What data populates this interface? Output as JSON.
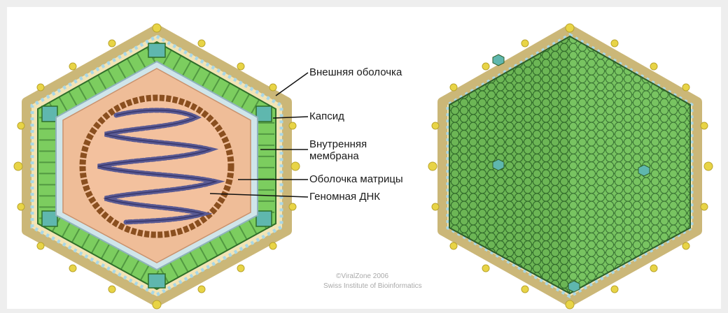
{
  "labels": {
    "outer_envelope": "Внешняя оболочка",
    "capsid": "Капсид",
    "inner_membrane_1": "Внутренняя",
    "inner_membrane_2": "мембрана",
    "matrix_shell": "Оболочка матрицы",
    "genomic_dna": "Геномная ДНК"
  },
  "credit": {
    "line1": "©ViralZone 2006",
    "line2": "Swiss Institute of Bioinformatics"
  },
  "colors": {
    "capsomer_green": "#7ccd5f",
    "capsomer_stroke": "#2f6e2a",
    "teal_block": "#5fb7ae",
    "inner_membrane": "#cfe5ea",
    "matrix_fill": "#efbd98",
    "beads_brown": "#8a4f1f",
    "dna_purple": "#5a5a93",
    "knob_yellow": "#e8d446"
  }
}
